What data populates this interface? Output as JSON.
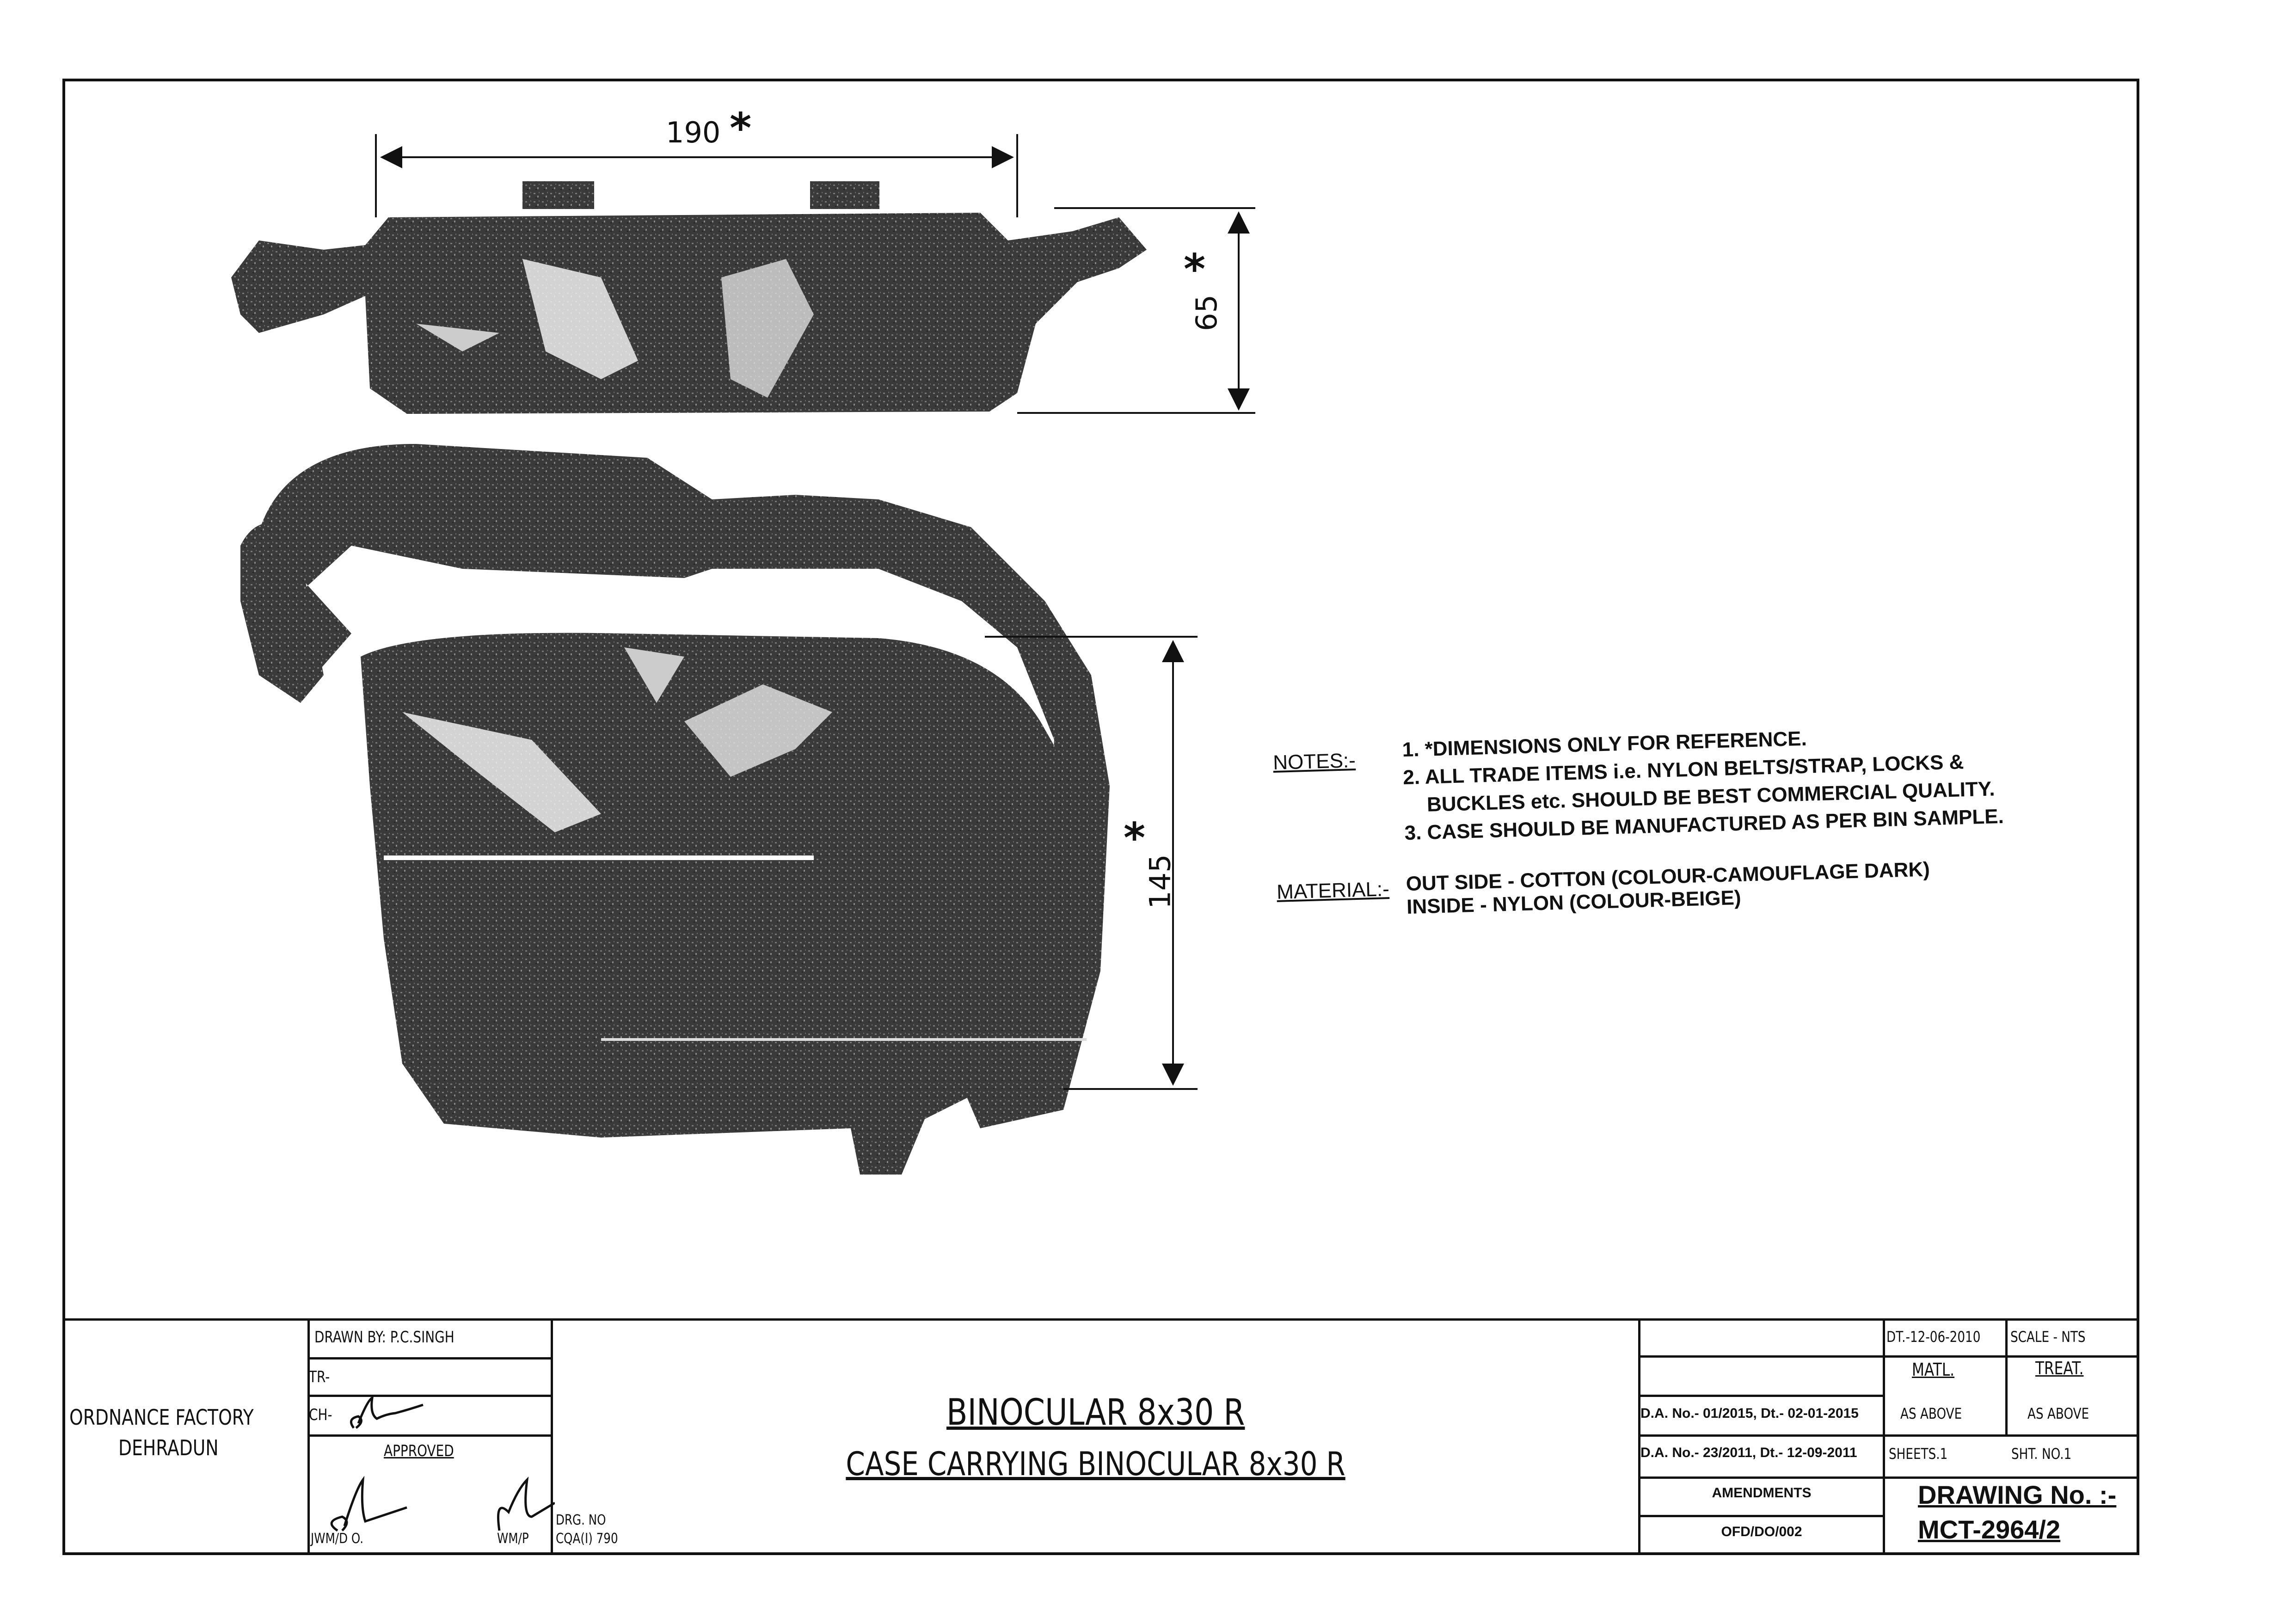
{
  "drawing": {
    "dimensions": {
      "width": "190",
      "height_top": "65",
      "height_front": "145",
      "reference_mark": "*"
    }
  },
  "notes": {
    "label": "NOTES:-",
    "items": [
      "1. *DIMENSIONS ONLY FOR REFERENCE.",
      "2. ALL TRADE ITEMS i.e. NYLON BELTS/STRAP, LOCKS &",
      "BUCKLES etc. SHOULD BE BEST COMMERCIAL QUALITY.",
      "3. CASE SHOULD BE MANUFACTURED AS PER BIN SAMPLE."
    ],
    "material_label": "MATERIAL:-",
    "material": [
      "OUT SIDE - COTTON (COLOUR-CAMOUFLAGE DARK)",
      "INSIDE - NYLON (COLOUR-BEIGE)"
    ]
  },
  "title_block": {
    "organization": [
      "ORDNANCE FACTORY",
      "DEHRADUN"
    ],
    "drawn_by": "DRAWN BY: P.C.SINGH",
    "tr": "TR-",
    "ch": "CH-",
    "approved": "APPROVED",
    "jwm": "JWM/D O.",
    "wmp": "WM/P",
    "drg_no_label": "DRG. NO",
    "drg_no": "CQA(I) 790",
    "title": "BINOCULAR 8x30 R",
    "subtitle": "CASE CARRYING BINOCULAR 8x30 R",
    "date": "DT.-12-06-2010",
    "scale": "SCALE - NTS",
    "matl": "MATL.",
    "treat": "TREAT.",
    "matl_value": "AS ABOVE",
    "treat_value": "AS ABOVE",
    "da1": "D.A. No.- 01/2015, Dt.- 02-01-2015",
    "da2": "D.A. No.- 23/2011, Dt.- 12-09-2011",
    "sheets": "SHEETS.1",
    "sht_no": "SHT. NO.1",
    "amendments": "AMENDMENTS",
    "amend_ref": "OFD/DO/002",
    "drawing_no_label": "DRAWING No. :-",
    "drawing_no": "MCT-2964/2"
  }
}
